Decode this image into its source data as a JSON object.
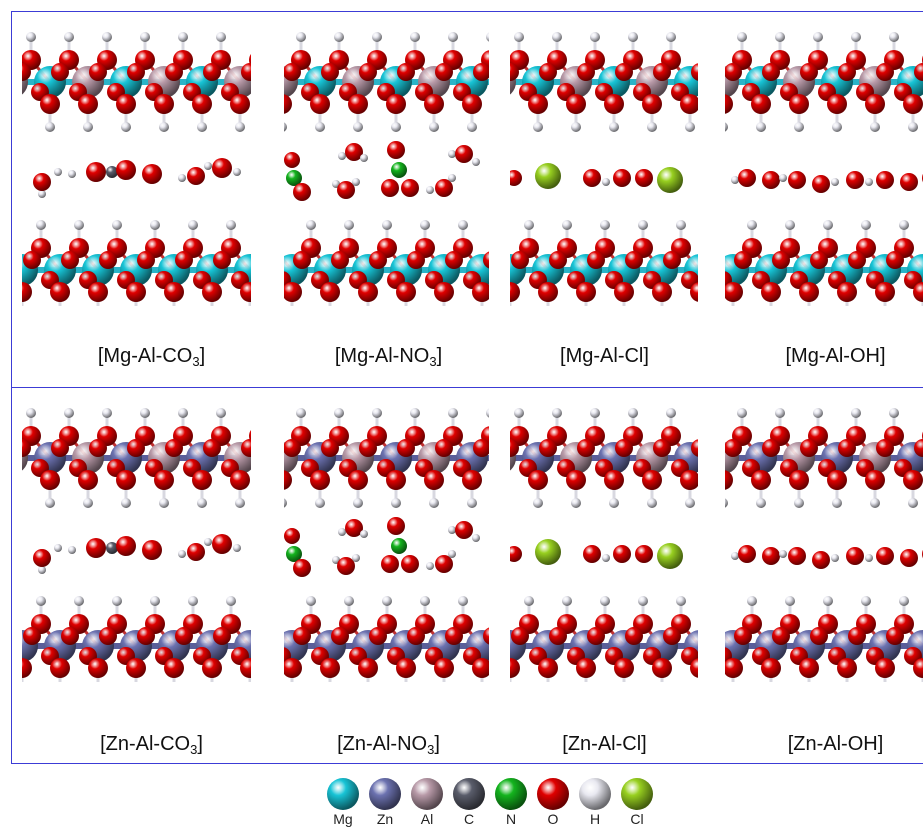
{
  "panels": [
    {
      "id": "mg-al-co3",
      "metal": "Mg",
      "anion": "CO3",
      "label_main": "[Mg-Al-CO",
      "label_sub": "3",
      "label_tail": "]"
    },
    {
      "id": "mg-al-no3",
      "metal": "Mg",
      "anion": "NO3",
      "label_main": "[Mg-Al-NO",
      "label_sub": "3",
      "label_tail": "]"
    },
    {
      "id": "mg-al-cl",
      "metal": "Mg",
      "anion": "Cl",
      "label_main": "[Mg-Al-Cl]",
      "label_sub": "",
      "label_tail": ""
    },
    {
      "id": "mg-al-oh",
      "metal": "Mg",
      "anion": "OH",
      "label_main": "[Mg-Al-OH]",
      "label_sub": "",
      "label_tail": ""
    },
    {
      "id": "zn-al-co3",
      "metal": "Zn",
      "anion": "CO3",
      "label_main": "[Zn-Al-CO",
      "label_sub": "3",
      "label_tail": "]"
    },
    {
      "id": "zn-al-no3",
      "metal": "Zn",
      "anion": "NO3",
      "label_main": "[Zn-Al-NO",
      "label_sub": "3",
      "label_tail": "]"
    },
    {
      "id": "zn-al-cl",
      "metal": "Zn",
      "anion": "Cl",
      "label_main": "[Zn-Al-Cl]",
      "label_sub": "",
      "label_tail": ""
    },
    {
      "id": "zn-al-oh",
      "metal": "Zn",
      "anion": "OH",
      "label_main": "[Zn-Al-OH]",
      "label_sub": "",
      "label_tail": ""
    }
  ],
  "legend": [
    {
      "symbol": "Mg",
      "color": "#18c4d6"
    },
    {
      "symbol": "Zn",
      "color": "#6c72b0"
    },
    {
      "symbol": "Al",
      "color": "#b89aa8"
    },
    {
      "symbol": "C",
      "color": "#5a5d6b"
    },
    {
      "symbol": "N",
      "color": "#14b41e"
    },
    {
      "symbol": "O",
      "color": "#e00000"
    },
    {
      "symbol": "H",
      "color": "#e8e8f0"
    },
    {
      "symbol": "Cl",
      "color": "#98d020"
    }
  ],
  "colors": {
    "frame": "#3c3cd6",
    "bond_metal_mg": "#2ab4c8",
    "bond_metal_zn": "#5a5e9a"
  }
}
